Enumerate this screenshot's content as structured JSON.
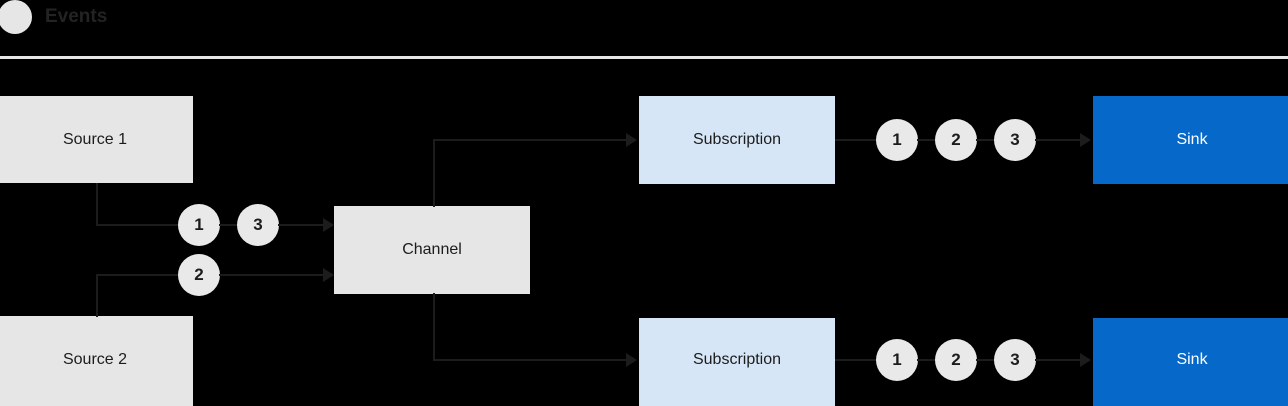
{
  "header": {
    "icon": "events-dot-icon",
    "title": "Events",
    "divider_color": "#e6e6e6",
    "dot_color": "#e6e6e6",
    "title_color": "#232323"
  },
  "colors": {
    "background": "#000000",
    "source_fill": "#e6e6e6",
    "channel_fill": "#e6e6e6",
    "subscription_fill": "#d7e6f6",
    "sink_fill": "#0668c8",
    "sink_text": "#ffffff",
    "line": "#1c1c1c",
    "badge_fill": "#e9e9e9",
    "badge_text": "#1c1c1c"
  },
  "diagram": {
    "nodes": {
      "source_1": {
        "label": "Source 1"
      },
      "source_2": {
        "label": "Source 2"
      },
      "channel": {
        "label": "Channel"
      },
      "subscription_top": {
        "label": "Subscription"
      },
      "subscription_bottom": {
        "label": "Subscription"
      },
      "sink_top": {
        "label": "Sink"
      },
      "sink_bottom": {
        "label": "Sink"
      }
    },
    "badges": {
      "source1_to_channel": [
        "1",
        "3"
      ],
      "source2_to_channel": [
        "2"
      ],
      "subscription_top_to_sink": [
        "1",
        "2",
        "3"
      ],
      "subscription_bottom_to_sink": [
        "1",
        "2",
        "3"
      ]
    }
  }
}
